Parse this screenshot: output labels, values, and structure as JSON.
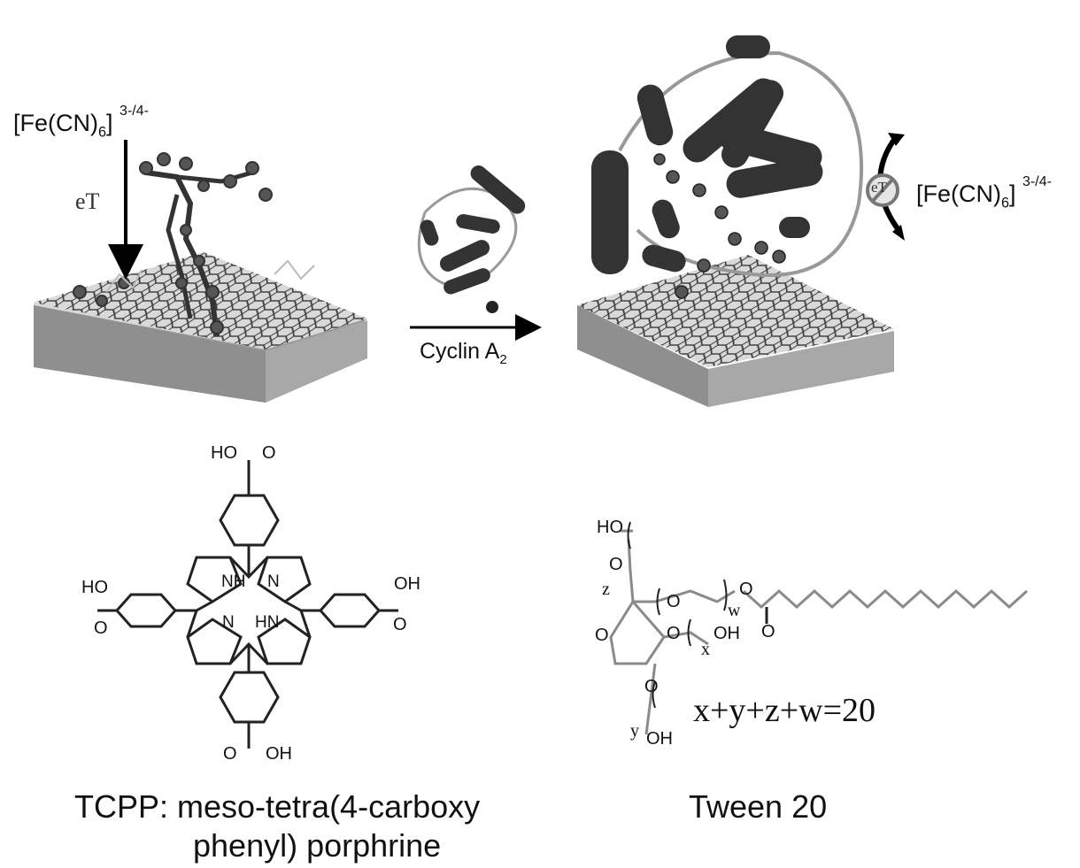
{
  "scheme": {
    "reagent_left": {
      "base": "[Fe(CN)",
      "sub": "6",
      "close": "]",
      "sup": "3-/4-"
    },
    "et_label": "eT",
    "arrow_label": {
      "base": "Cyclin A",
      "sub": "2"
    },
    "reagent_right": {
      "base": "[Fe(CN)",
      "sub": "6",
      "close": "]",
      "sup": "3-/4-"
    },
    "blocked_et": "eT"
  },
  "tcpp": {
    "caption_line1": "TCPP: meso-tetra(4-carboxy",
    "caption_line2": "phenyl) porphrine",
    "atoms": {
      "ho_top": "HO",
      "o_top": "O",
      "ho_left": "HO",
      "o_left": "O",
      "oh_right": "OH",
      "o_right": "O",
      "o_bottom": "O",
      "oh_bottom": "OH",
      "nh": "NH",
      "n1": "N",
      "n2": "N",
      "hn": "HN"
    }
  },
  "tween": {
    "caption": "Tween 20",
    "formula": "x+y+z+w=20",
    "atoms": {
      "ho": "HO",
      "o1": "O",
      "z": "z",
      "o2": "O",
      "w": "w",
      "o3": "O",
      "o4": "O",
      "ring_o": "O",
      "o5": "O",
      "oh1": "OH",
      "x": "x",
      "o6": "O",
      "y": "y",
      "oh2": "OH"
    }
  }
}
